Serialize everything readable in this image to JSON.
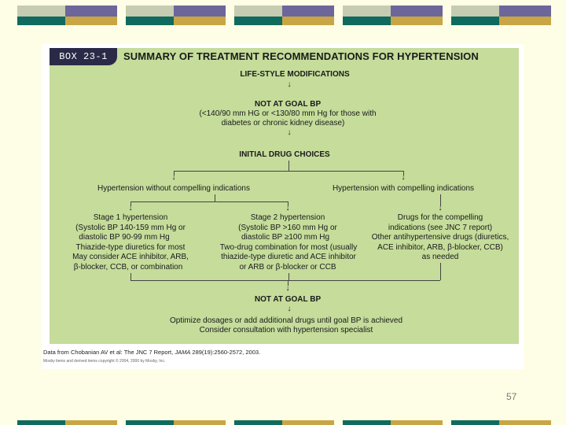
{
  "box": {
    "badge": "BOX 23-1",
    "title": "SUMMARY OF TREATMENT RECOMMENDATIONS FOR HYPERTENSION"
  },
  "flow": {
    "lifestyle": "LIFE-STYLE MODIFICATIONS",
    "not_at_goal_1": {
      "heading": "NOT AT GOAL BP",
      "lines": [
        "(<140/90 mm HG or <130/80 mm Hg for those with",
        "diabetes or chronic kidney disease)"
      ]
    },
    "initial": "INITIAL DRUG CHOICES",
    "without_compelling": "Hypertension without compelling indications",
    "with_compelling": "Hypertension with compelling indications",
    "stage1": [
      "Stage 1 hypertension",
      "(Systolic BP 140-159 mm Hg or",
      "diastolic BP 90-99 mm Hg",
      "Thiazide-type diuretics for most",
      "May consider ACE inhibitor, ARB,",
      "β-blocker, CCB, or combination"
    ],
    "stage2": [
      "Stage 2 hypertension",
      "(Systolic BP >160 mm Hg or",
      "diastolic BP ≥100 mm Hg",
      "Two-drug combination for most (usually",
      "thiazide-type diuretic and ACE inhibitor",
      "or ARB or β-blocker or CCB"
    ],
    "compelling": [
      "Drugs for the compelling",
      "indications (see JNC 7 report)",
      "Other antihypertensive drugs (diuretics,",
      "ACE inhibitor, ARB, β-blocker, CCB)",
      "as needed"
    ],
    "not_at_goal_2": "NOT AT GOAL BP",
    "final": [
      "Optimize dosages or add additional drugs until goal BP is achieved",
      "Consider consultation with hypertension specialist"
    ],
    "arrow_glyph": "↓"
  },
  "source": {
    "prefix": "Data from Chobanian AV et al: The JNC 7 Report, ",
    "journal": "JAMA",
    "suffix": " 289(19):2560-2572, 2003.",
    "copyright": "Mosby items and derived items copyright © 2004, 2000 by Mosby, Inc."
  },
  "page_number": "57",
  "colors": {
    "background": "#fefee6",
    "panel": "#c5dc9b",
    "badge": "#2a2a48",
    "stripe_teal": "#0f6b5d",
    "stripe_purple": "#6c669a",
    "stripe_gold": "#c8a645",
    "stripe_sage": "#c5ccb1"
  }
}
